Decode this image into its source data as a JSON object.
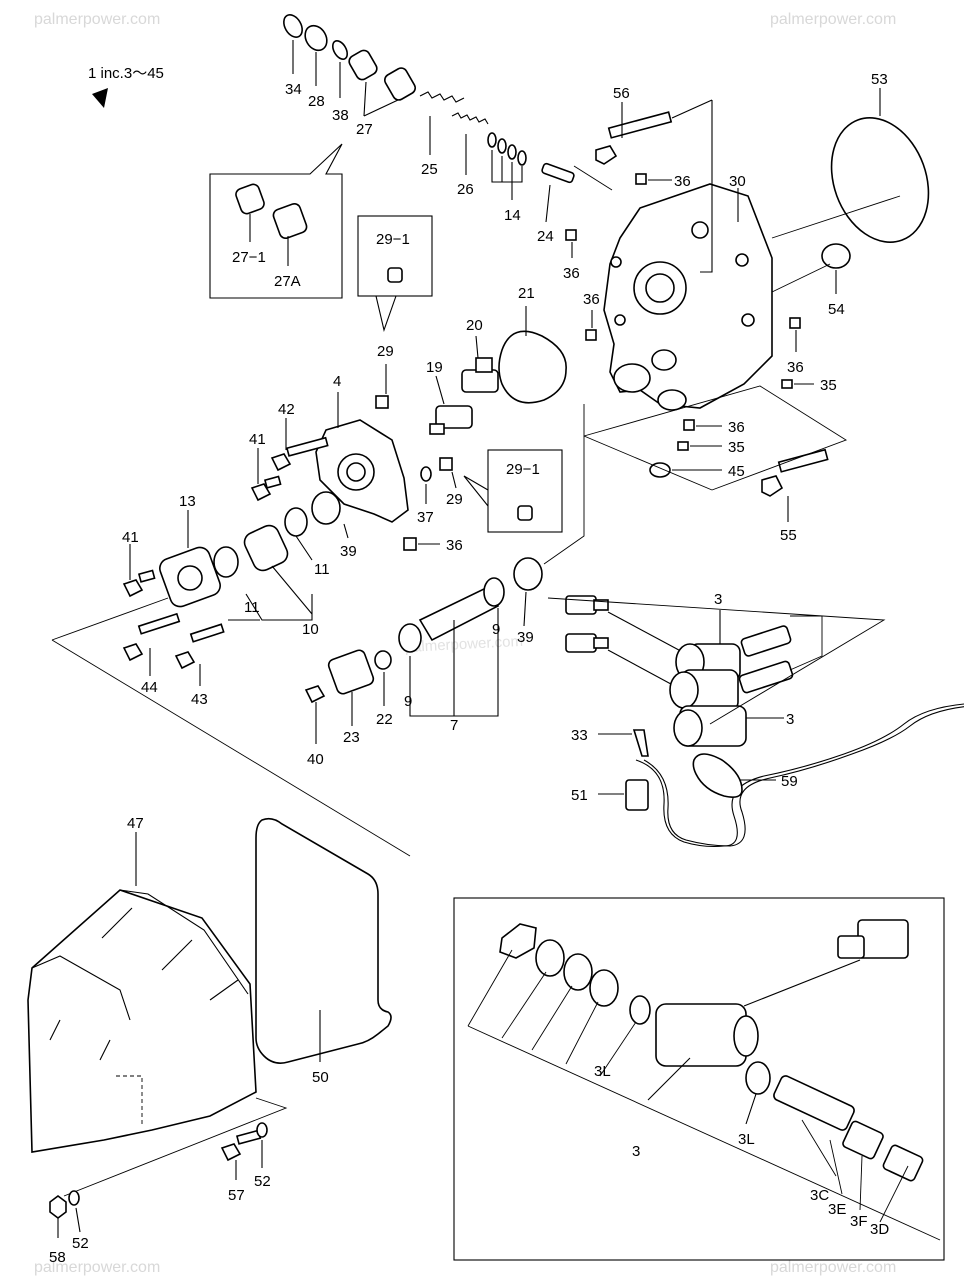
{
  "watermarks": {
    "top_left": "palmerpower.com",
    "top_right": "palmerpower.com",
    "center": "palmerpower.com",
    "bottom_left": "palmerpower.com",
    "bottom_right": "palmerpower.com"
  },
  "note": "1 inc.3～45",
  "labels": {
    "l34": "34",
    "l28": "28",
    "l38": "38",
    "l27": "27",
    "l25": "25",
    "l26": "26",
    "l14": "14",
    "l24": "24",
    "l56": "56",
    "l53": "53",
    "l36a": "36",
    "l30": "30",
    "l36b": "36",
    "l54": "54",
    "l36c": "36",
    "l36d": "36",
    "l35a": "35",
    "l36e": "36",
    "l35b": "35",
    "l45": "45",
    "l55": "55",
    "l27_1": "27−1",
    "l27A": "27A",
    "l29_1a": "29−1",
    "l29a": "29",
    "l21": "21",
    "l20": "20",
    "l19": "19",
    "l4": "4",
    "l42": "42",
    "l41a": "41",
    "l29b": "29",
    "l29_1b": "29−1",
    "l37": "37",
    "l39a": "39",
    "l36f": "36",
    "l13": "13",
    "l41b": "41",
    "l11a": "11",
    "l11b": "11",
    "l10": "10",
    "l44": "44",
    "l43": "43",
    "l40": "40",
    "l23": "23",
    "l22": "22",
    "l9a": "9",
    "l9b": "9",
    "l7": "7",
    "l39b": "39",
    "l3a": "3",
    "l3b": "3",
    "l33": "33",
    "l51": "51",
    "l59": "59",
    "l47": "47",
    "l50": "50",
    "l57": "57",
    "l52a": "52",
    "l58": "58",
    "l52b": "52",
    "l3L_a": "3L",
    "l3_inset": "3",
    "l3L_b": "3L",
    "l3C": "3C",
    "l3E": "3E",
    "l3F": "3F",
    "l3D": "3D"
  }
}
